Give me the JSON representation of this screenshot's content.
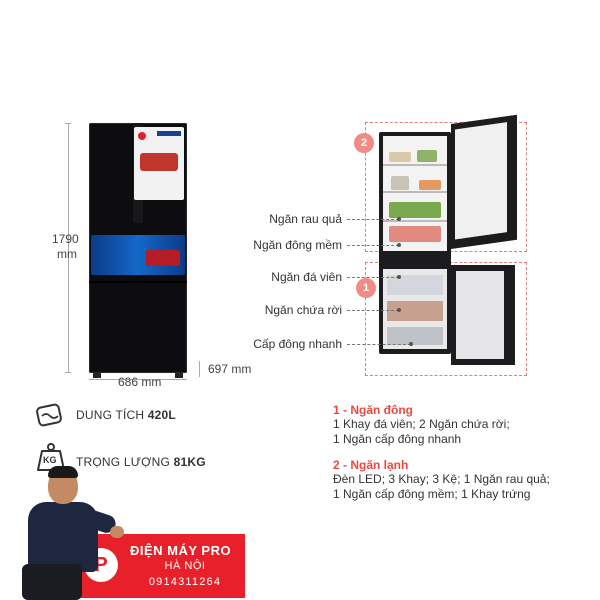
{
  "dimensions": {
    "height": "1790",
    "height_unit": "mm",
    "width": "686 mm",
    "depth": "697 mm"
  },
  "callouts": [
    {
      "label": "Ngăn rau quả"
    },
    {
      "label": "Ngăn đông mềm"
    },
    {
      "label": "Ngăn đá viên"
    },
    {
      "label": "Ngăn chứa rời"
    },
    {
      "label": "Cấp đông nhanh"
    }
  ],
  "markers": {
    "freezer": "1",
    "fridge": "2"
  },
  "specs": {
    "capacity_label": "DUNG TÍCH",
    "capacity_value": "420L",
    "weight_label": "TRỌNG LƯỢNG",
    "weight_value": "81KG",
    "weight_icon_text": "KG"
  },
  "sections": [
    {
      "title": "1 - Ngăn đông",
      "lines": [
        "1 Khay đá viên; 2 Ngăn chứa rời;",
        "1 Ngăn cấp đông nhanh"
      ]
    },
    {
      "title": "2 - Ngăn lạnh",
      "lines": [
        "Đèn LED; 3 Khay; 3 Kệ; 1 Ngăn rau quả;",
        "1 Ngăn cấp đông mềm; 1 Khay trứng"
      ]
    }
  ],
  "brand": {
    "name": "ĐIỆN MÁY PRO",
    "city": "HÀ NỘI",
    "phone": "0914311264",
    "mark": "P"
  },
  "colors": {
    "accent_red": "#e94a3f",
    "brand_red": "#e8202a",
    "fridge_black": "#0d0d0f"
  }
}
